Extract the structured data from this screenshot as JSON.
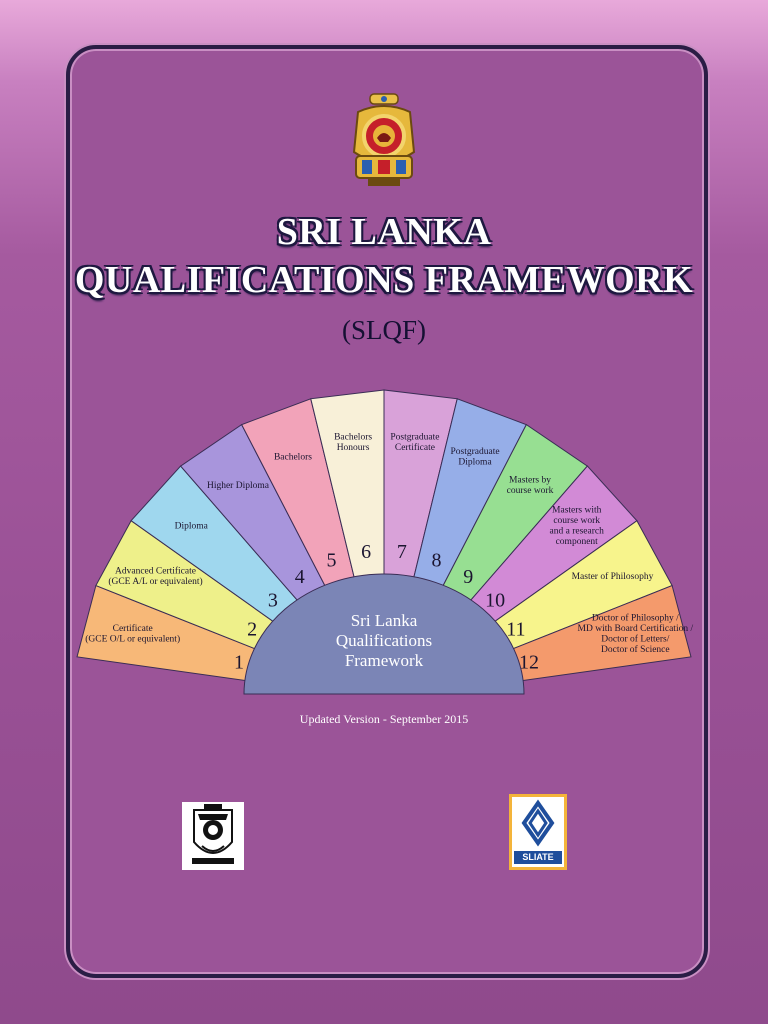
{
  "header": {
    "title_line1": "SRI LANKA",
    "title_line2": "QUALIFICATIONS FRAMEWORK",
    "abbreviation": "(SLQF)"
  },
  "diagram": {
    "center_lines": [
      "Sri Lanka",
      "Qualifications",
      "Framework"
    ],
    "levels": [
      {
        "level": "1",
        "lines": [
          "Certificate",
          "(GCE O/L or equivalent)"
        ],
        "color": "#f7b878"
      },
      {
        "level": "2",
        "lines": [
          "Advanced Certificate",
          "(GCE A/L or equivalent)"
        ],
        "color": "#eef08a"
      },
      {
        "level": "3",
        "lines": [
          "Diploma"
        ],
        "color": "#9fd7ee"
      },
      {
        "level": "4",
        "lines": [
          "Higher Diploma"
        ],
        "color": "#a895dc"
      },
      {
        "level": "5",
        "lines": [
          "Bachelors"
        ],
        "color": "#f2a3b9"
      },
      {
        "level": "6",
        "lines": [
          "Bachelors",
          "Honours"
        ],
        "color": "#f8f0d8"
      },
      {
        "level": "7",
        "lines": [
          "Postgraduate",
          "Certificate"
        ],
        "color": "#d9a2d9"
      },
      {
        "level": "8",
        "lines": [
          "Postgraduate",
          "Diploma"
        ],
        "color": "#96aee8"
      },
      {
        "level": "9",
        "lines": [
          "Masters by",
          "course work"
        ],
        "color": "#97df92"
      },
      {
        "level": "10",
        "lines": [
          "Masters with",
          "course work",
          "and a research",
          "component"
        ],
        "color": "#d28ad6"
      },
      {
        "level": "11",
        "lines": [
          "Master of Philosophy"
        ],
        "color": "#f7f48c"
      },
      {
        "level": "12",
        "lines": [
          "Doctor of Philosophy /",
          "MD with Board Certification /",
          "Doctor of Letters/",
          "Doctor of Science"
        ],
        "color": "#f49a6c"
      }
    ]
  },
  "footer": {
    "updated": "Updated Version - September 2015",
    "logo_right_text": "SLIATE"
  },
  "colors": {
    "background": "#9b5498",
    "frame_border": "#2a1d45",
    "center_fill": "#7b85b6",
    "title_outline": "#1e1840"
  },
  "icons": [
    "sri-lanka-emblem-icon",
    "university-crest-icon",
    "sliate-diamond-icon"
  ]
}
